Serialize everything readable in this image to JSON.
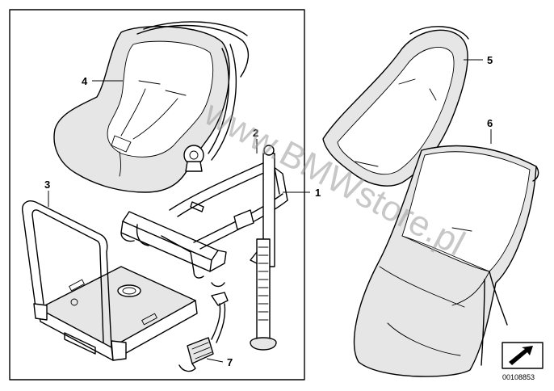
{
  "diagram": {
    "callouts": [
      {
        "id": "1",
        "label": "1"
      },
      {
        "id": "2",
        "label": "2"
      },
      {
        "id": "3",
        "label": "3"
      },
      {
        "id": "4",
        "label": "4"
      },
      {
        "id": "5",
        "label": "5"
      },
      {
        "id": "6",
        "label": "6"
      },
      {
        "id": "7",
        "label": "7"
      }
    ],
    "watermark": "www.BMWstore.pl",
    "document_number": "00108853",
    "nav_icon": "arrow-right-icon"
  }
}
